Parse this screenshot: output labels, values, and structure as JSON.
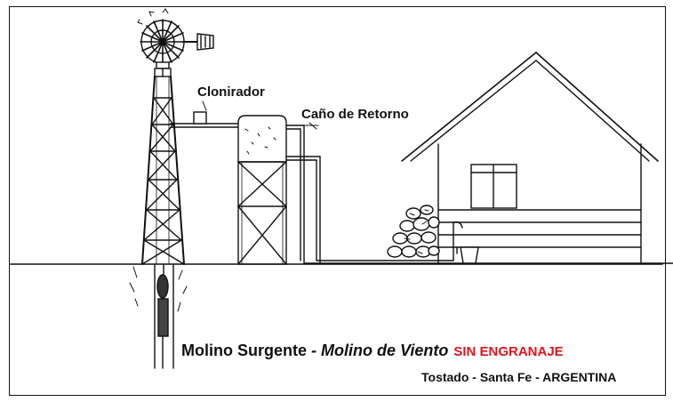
{
  "labels": {
    "clonirador": "Clonirador",
    "cano_retorno": "Caño de Retorno"
  },
  "caption": {
    "title": "Molino Surgente",
    "separator": " - ",
    "subtitle": "Molino de Viento",
    "highlight": "SIN ENGRANAJE",
    "location": "Tostado - Santa Fe - ARGENTINA"
  },
  "colors": {
    "ink": "#111111",
    "highlight": "#e0141c",
    "background": "#ffffff"
  }
}
